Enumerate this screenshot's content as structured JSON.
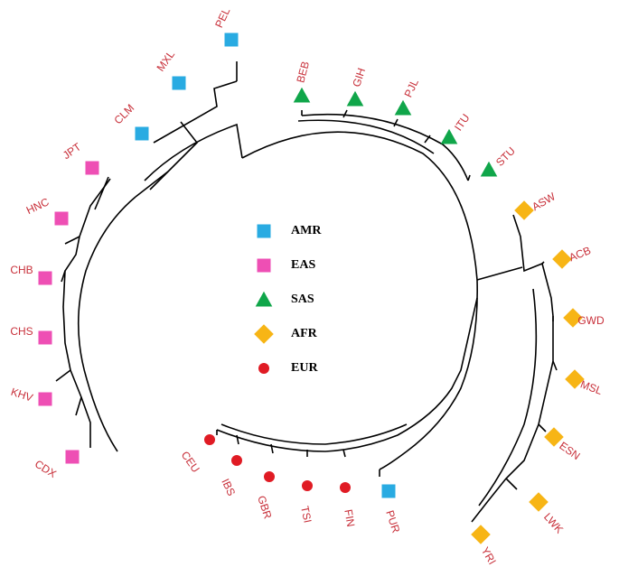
{
  "colors": {
    "AMR": "#29abe2",
    "EAS": "#ee4fb4",
    "SAS": "#10a64a",
    "AFR": "#f7b515",
    "EUR": "#e01b24",
    "label": "#c8303a"
  },
  "legend": [
    {
      "group": "AMR",
      "label": "AMR",
      "shape": "square"
    },
    {
      "group": "EAS",
      "label": "EAS",
      "shape": "square"
    },
    {
      "group": "SAS",
      "label": "SAS",
      "shape": "triangle"
    },
    {
      "group": "AFR",
      "label": "AFR",
      "shape": "diamond"
    },
    {
      "group": "EUR",
      "label": "EUR",
      "shape": "circle"
    }
  ],
  "tips": [
    {
      "label": "PEL",
      "group": "AMR"
    },
    {
      "label": "MXL",
      "group": "AMR"
    },
    {
      "label": "CLM",
      "group": "AMR"
    },
    {
      "label": "JPT",
      "group": "EAS"
    },
    {
      "label": "HNC",
      "group": "EAS"
    },
    {
      "label": "CHB",
      "group": "EAS"
    },
    {
      "label": "CHS",
      "group": "EAS"
    },
    {
      "label": "KHV",
      "group": "EAS"
    },
    {
      "label": "CDX",
      "group": "EAS"
    },
    {
      "label": "CEU",
      "group": "EUR"
    },
    {
      "label": "IBS",
      "group": "EUR"
    },
    {
      "label": "GBR",
      "group": "EUR"
    },
    {
      "label": "TSI",
      "group": "EUR"
    },
    {
      "label": "FIN",
      "group": "EUR"
    },
    {
      "label": "PUR",
      "group": "AMR"
    },
    {
      "label": "YRI",
      "group": "AFR"
    },
    {
      "label": "LWK",
      "group": "AFR"
    },
    {
      "label": "ESN",
      "group": "AFR"
    },
    {
      "label": "MSL",
      "group": "AFR"
    },
    {
      "label": "GWD",
      "group": "AFR"
    },
    {
      "label": "ACB",
      "group": "AFR"
    },
    {
      "label": "ASW",
      "group": "AFR"
    },
    {
      "label": "STU",
      "group": "SAS"
    },
    {
      "label": "ITU",
      "group": "SAS"
    },
    {
      "label": "PJL",
      "group": "SAS"
    },
    {
      "label": "GIH",
      "group": "SAS"
    },
    {
      "label": "BEB",
      "group": "SAS"
    }
  ]
}
